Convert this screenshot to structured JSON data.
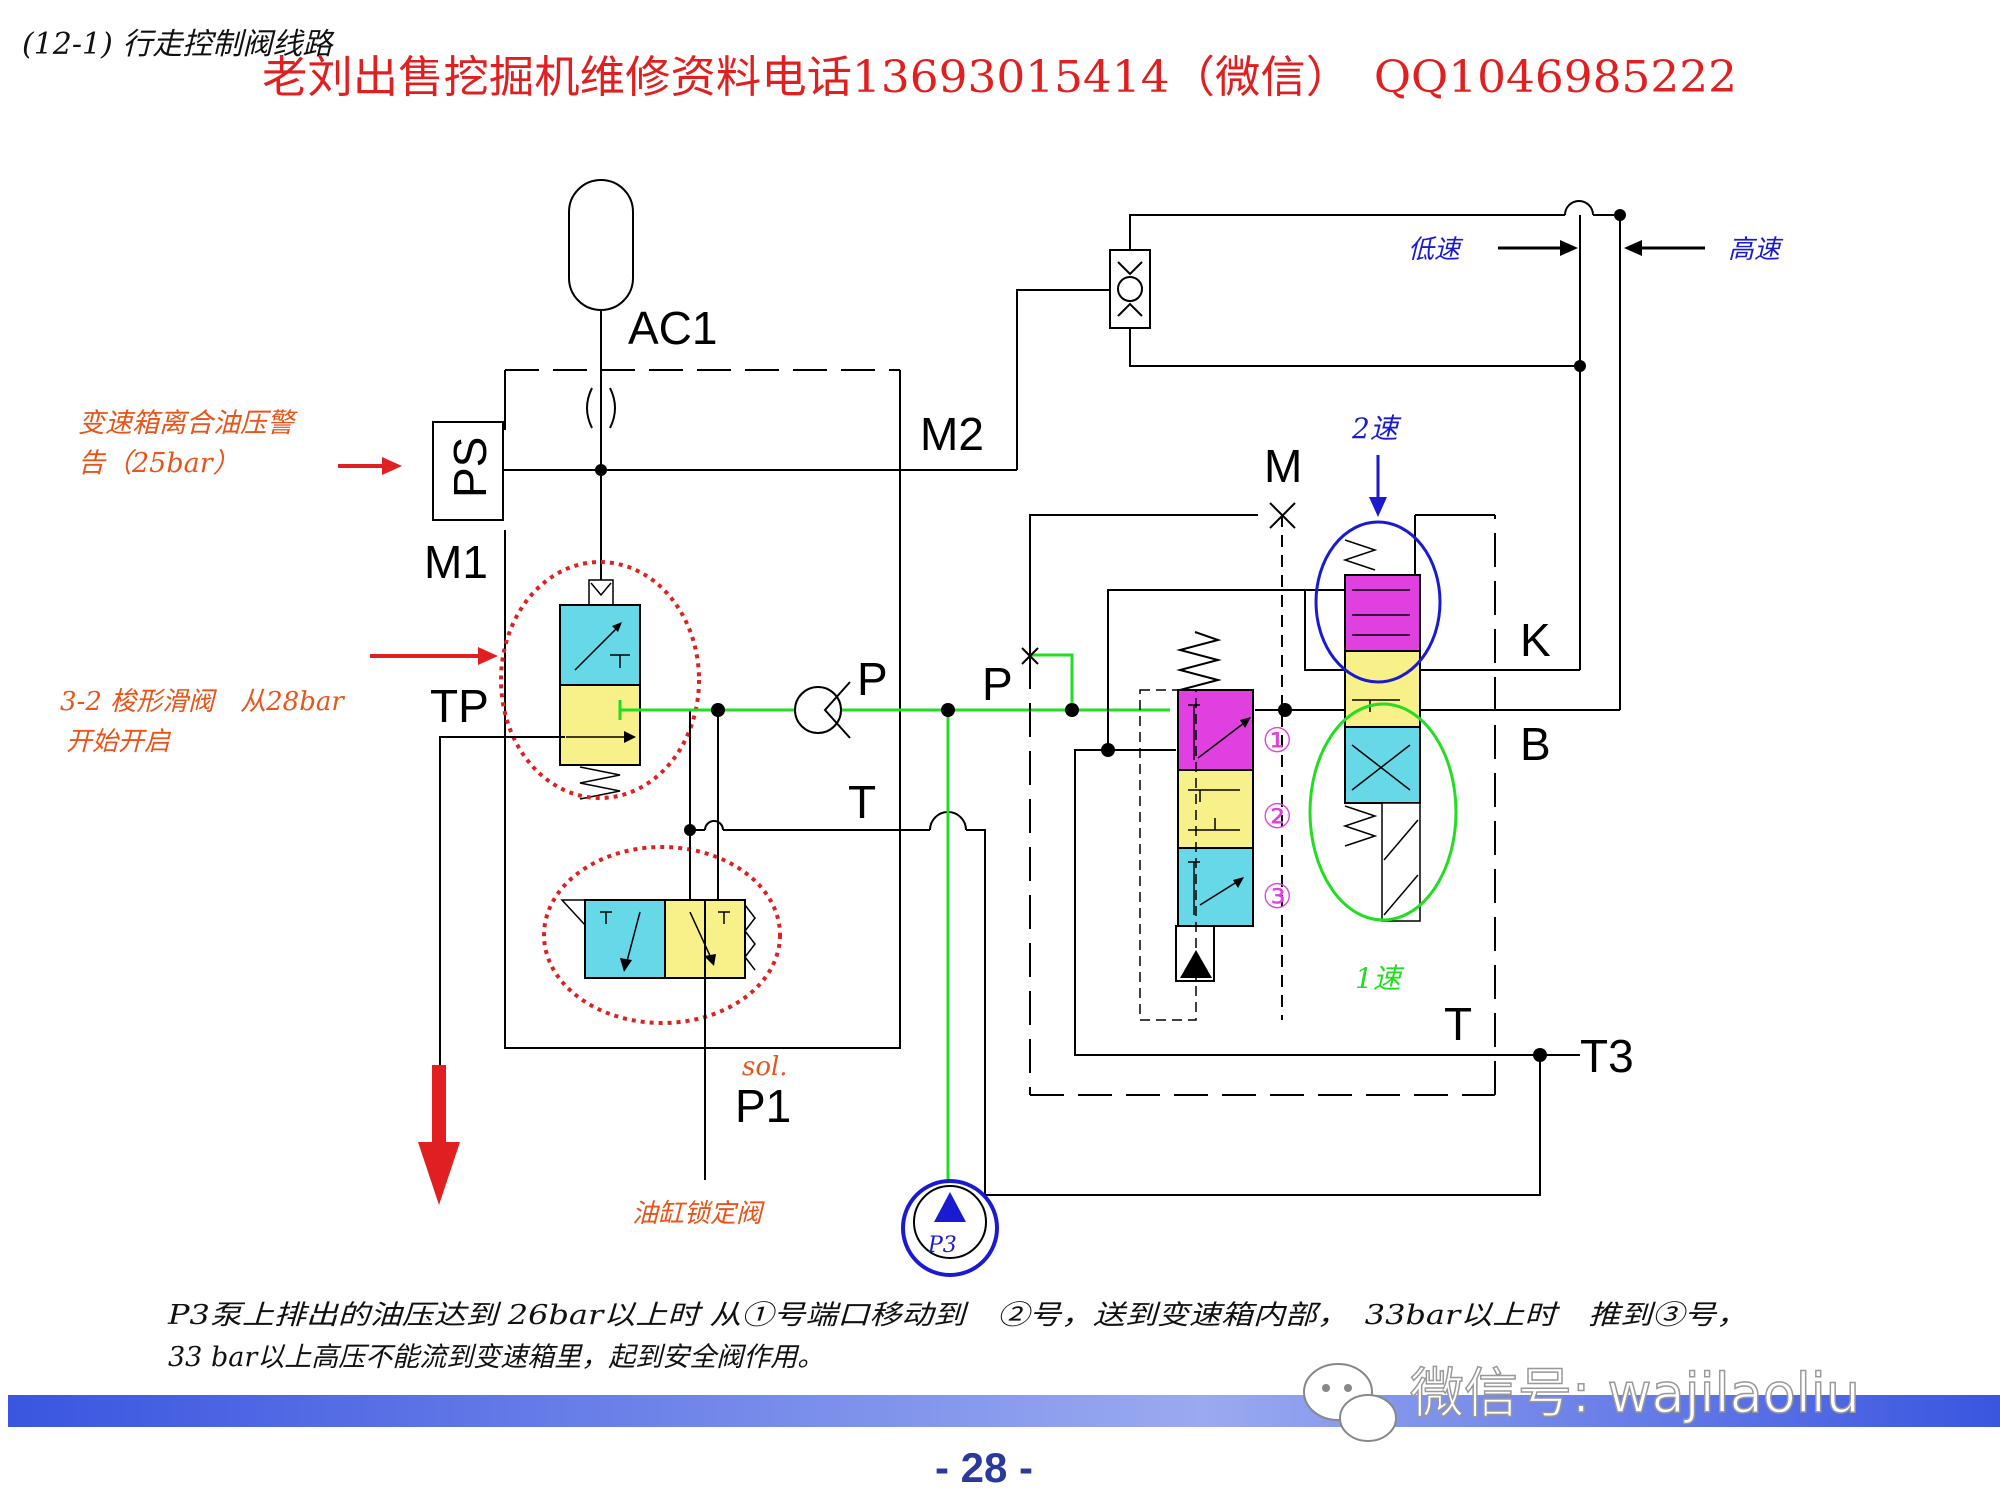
{
  "header": {
    "section_note": "(12-1) 行走控制阀线路",
    "banner": "老刘出售挖掘机维修资料电话13693015414（微信）　QQ1046985222"
  },
  "labels": {
    "ac1": "AC1",
    "m2": "M2",
    "ps": "PS",
    "m1": "M1",
    "tp": "TP",
    "p_left": "P",
    "p_mid": "P",
    "t_left": "T",
    "p1": "P1",
    "m": "M",
    "k": "K",
    "b": "B",
    "t_right": "T",
    "t3": "T3"
  },
  "annotations": {
    "gearbox_alarm_1": "变速箱离合油压警",
    "gearbox_alarm_2": "告（25bar）",
    "spool_valve_1": "3-2 梭形滑阀　从28bar",
    "spool_valve_2": "开始开启",
    "sol": "sol.",
    "cylinder_lock": "油缸锁定阀",
    "low_speed": "低速",
    "high_speed": "高速",
    "second_speed": "2速",
    "first_speed": "1速",
    "pump": "P3",
    "num1": "①",
    "num2": "②",
    "num3": "③"
  },
  "description": {
    "line1": "P3泵上排出的油压达到 26bar以上时 从①号端口移动到　②号，送到变速箱内部，　33bar以上时　推到③号，",
    "line2": "33 bar以上高压不能流到变速箱里，起到安全阀作用。"
  },
  "footer": {
    "watermark": "微信号: wajilaoliu",
    "page_number": "- 28 -"
  },
  "colors": {
    "banner_red": "#e02020",
    "annotation_orange": "#e8541a",
    "blue": "#1a1ad0",
    "green": "#22dd22",
    "magenta": "#e040e0",
    "cyan": "#66d8e8",
    "yellow": "#f8f088",
    "footer_bar": "#4a6de8",
    "page_number": "#2b3a9a"
  }
}
